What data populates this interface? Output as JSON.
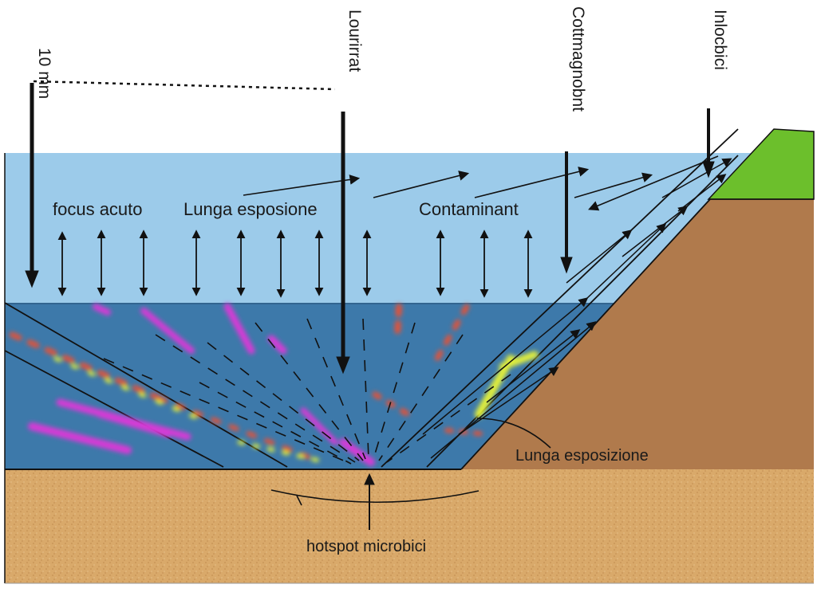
{
  "labels": {
    "top_left": "10 mm",
    "top_center": "Lourirrat",
    "top_mid_right": "Cottmagnobnt",
    "top_right": "Inlocbici",
    "focus": "focus acuto",
    "lunga_upper": "Lunga esposione",
    "contaminant": "Contaminant",
    "lunga_lower": "Lunga esposizione",
    "hotspot": "hotspot microbici"
  },
  "colors": {
    "water_surface": "#9ccbea",
    "water_deep": "#3d79aa",
    "sediment": "#d9a96a",
    "bank_soil": "#b07a4c",
    "vegetation": "#6cbf2c",
    "microbe_magenta": "#d63ad6",
    "microbe_red": "#e0533a",
    "microbe_yellow": "#e2ef3a",
    "line": "#111111"
  },
  "icons": [
    "down-arrow",
    "double-headed-arrow",
    "flow-arrow",
    "up-arrow"
  ]
}
